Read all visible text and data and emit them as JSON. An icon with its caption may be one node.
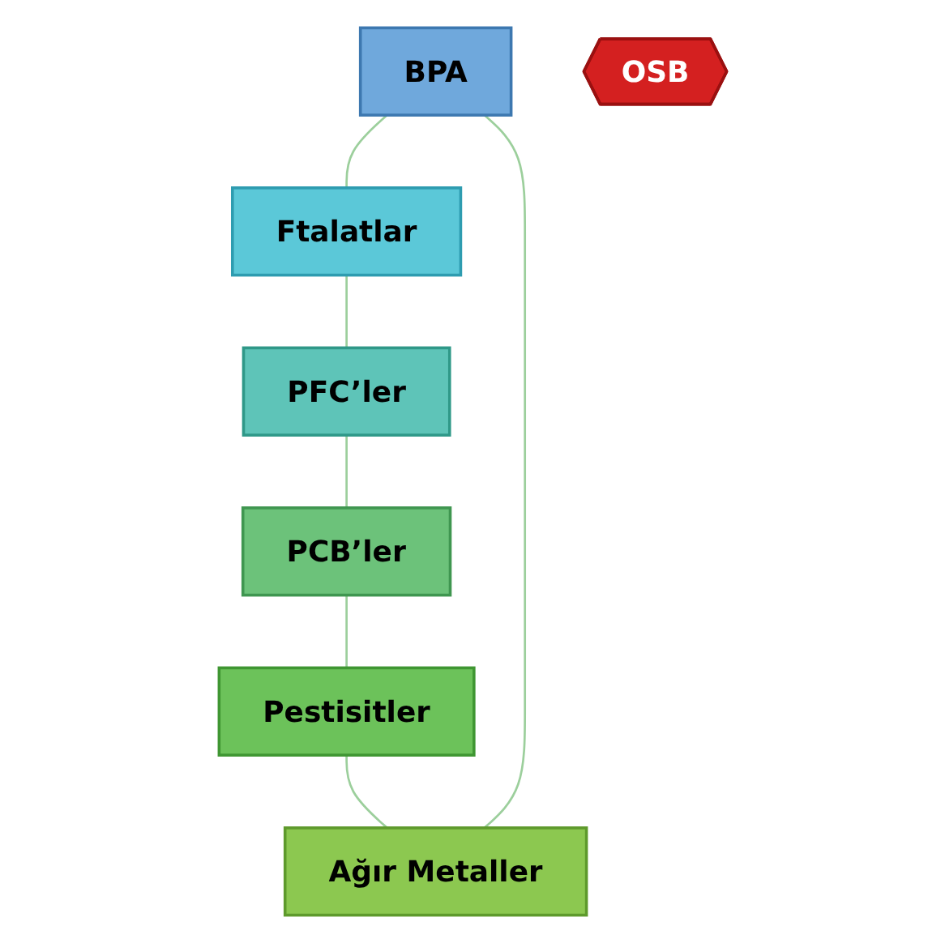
{
  "diagram": {
    "nodes": [
      {
        "text": [
          "BPA"
        ]
      },
      {
        "text": [
          "Ağır Metaller"
        ]
      },
      {
        "text": [
          "Ftalatlar"
        ]
      },
      {
        "text": [
          "OSB"
        ]
      },
      {
        "text": [
          "Pestisitler"
        ]
      },
      {
        "text": [
          "PFC’ler"
        ]
      },
      {
        "text": [
          "PCB’ler"
        ]
      }
    ],
    "edges": [
      {
        "from": 0,
        "to": 2,
        "arrow": "none"
      },
      {
        "from": 2,
        "to": 5,
        "arrow": "none"
      },
      {
        "from": 5,
        "to": 6,
        "arrow": "none"
      },
      {
        "from": 6,
        "to": 4,
        "arrow": "none"
      },
      {
        "from": 4,
        "to": 1,
        "arrow": "none"
      },
      {
        "from": 1,
        "to": 0,
        "arrow": "none"
      }
    ]
  }
}
